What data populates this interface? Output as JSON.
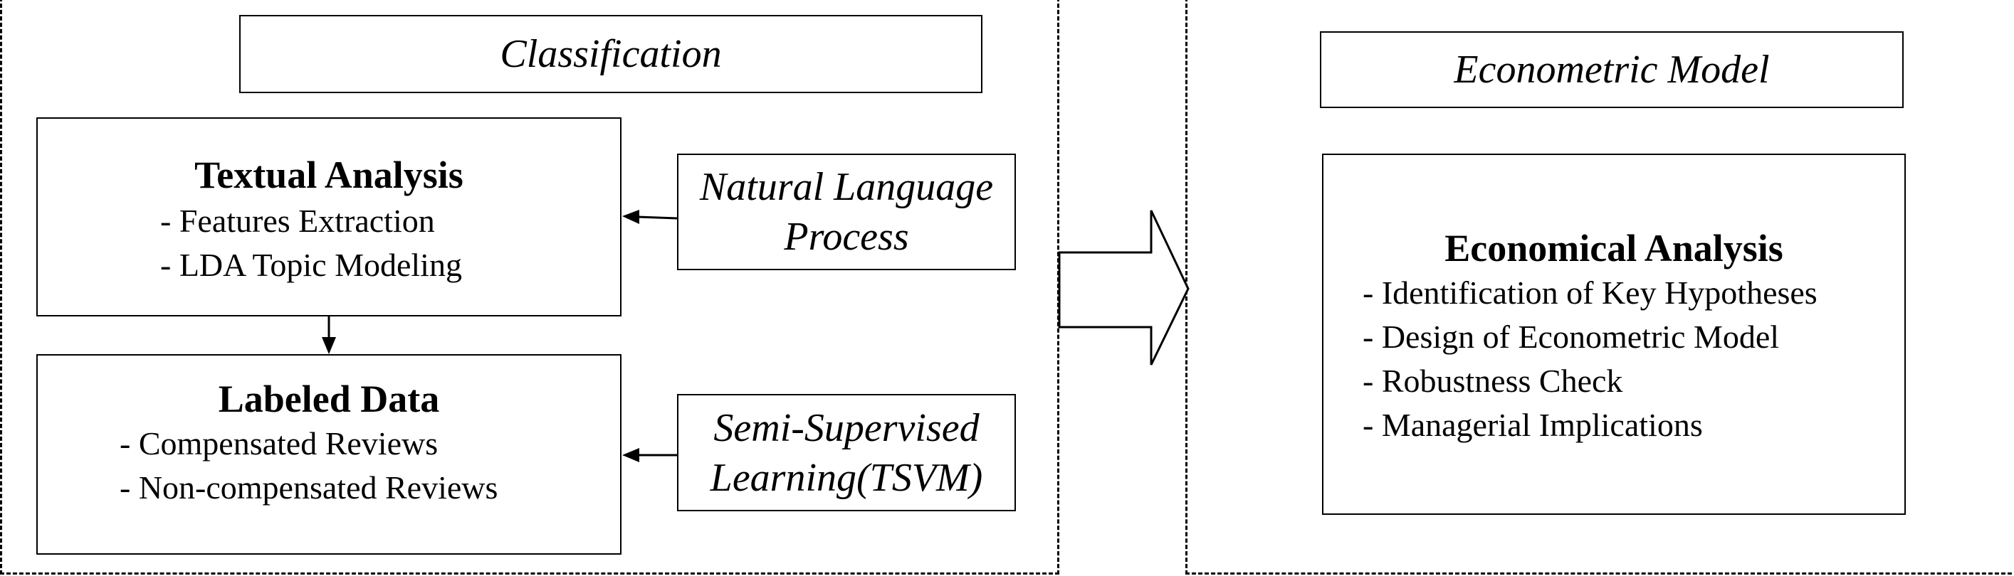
{
  "classification_panel": {
    "title": "Classification",
    "textual_analysis": {
      "title": "Textual Analysis",
      "items": [
        "- Features Extraction",
        "- LDA Topic Modeling"
      ]
    },
    "nlp": {
      "line1": "Natural Language",
      "line2": "Process"
    },
    "labeled_data": {
      "title": "Labeled Data",
      "items": [
        "- Compensated Reviews",
        "- Non-compensated Reviews"
      ]
    },
    "ssl": {
      "line1": "Semi-Supervised",
      "line2": "Learning(TSVM)"
    }
  },
  "econometric_panel": {
    "title": "Econometric Model",
    "economical_analysis": {
      "title": "Economical Analysis",
      "items": [
        "- Identification of Key Hypotheses",
        "- Design of Econometric Model",
        "- Robustness Check",
        "- Managerial Implications"
      ]
    }
  }
}
